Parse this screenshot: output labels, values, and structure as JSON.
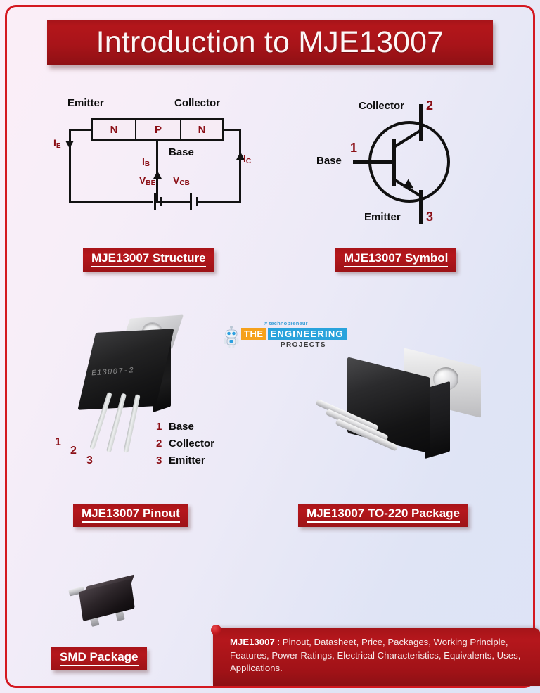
{
  "page": {
    "title": "Introduction to MJE13007",
    "accent_color": "#a81419",
    "frame_color": "#d41820",
    "label_red": "#8b0f16",
    "background_left": "#fbeef7",
    "background_right": "#dde3f6"
  },
  "structure": {
    "caption": "MJE13007 Structure",
    "terminal_left": "Emitter",
    "terminal_right": "Collector",
    "layers": [
      "N",
      "P",
      "N"
    ],
    "base_label": "Base",
    "current_emitter": "I",
    "current_emitter_sub": "E",
    "current_base": "I",
    "current_base_sub": "B",
    "current_collector": "I",
    "current_collector_sub": "C",
    "voltage_be": "V",
    "voltage_be_sub": "BE",
    "voltage_cb": "V",
    "voltage_cb_sub": "CB"
  },
  "symbol": {
    "caption": "MJE13007 Symbol",
    "collector_label": "Collector",
    "collector_pin": "2",
    "base_label": "Base",
    "base_pin": "1",
    "emitter_label": "Emitter",
    "emitter_pin": "3"
  },
  "pinout": {
    "caption": "MJE13007 Pinout",
    "device_marking": "E13007-2",
    "lead_numbers": [
      "1",
      "2",
      "3"
    ],
    "legend": [
      {
        "num": "1",
        "name": "Base"
      },
      {
        "num": "2",
        "name": "Collector"
      },
      {
        "num": "3",
        "name": "Emitter"
      }
    ]
  },
  "to220": {
    "caption": "MJE13007  TO-220 Package"
  },
  "smd": {
    "caption": "SMD Package"
  },
  "logo": {
    "tagline": "# technopreneur",
    "word_the": "THE",
    "word_engineering": "ENGINEERING",
    "word_projects": "PROJECTS",
    "color_the_bg": "#f5a11c",
    "color_eng_bg": "#29a3dc",
    "color_tagline": "#3a9fd8"
  },
  "footer": {
    "bold_part": "MJE13007",
    "rest": " : Pinout, Datasheet, Price, Packages, Working Principle, Features, Power Ratings, Electrical Characteristics, Equivalents, Uses, Applications."
  }
}
